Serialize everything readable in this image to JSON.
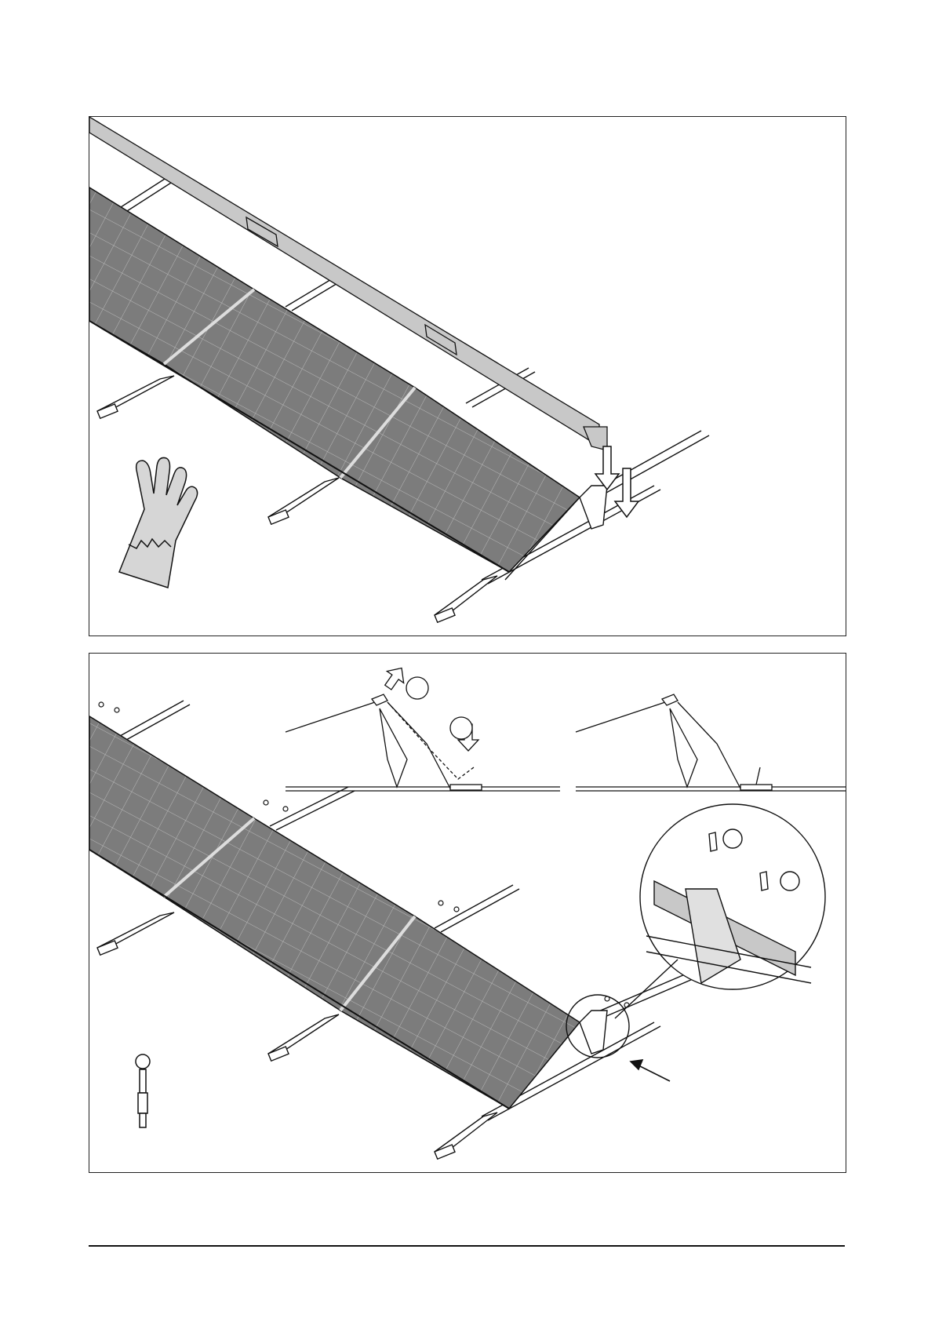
{
  "page": {
    "panels": [
      {
        "id": "top",
        "content": "solar-row-with-rear-wind-deflector-being-lowered"
      },
      {
        "id": "bottom",
        "content": "solar-row-with-deflector-screwed-and-detail-views"
      }
    ]
  },
  "colors": {
    "panel_fill": "#7c7c7c",
    "panel_grid": "#bdbdbd",
    "deflector_fill": "#c8c8c8",
    "line": "#111111",
    "background": "#ffffff"
  },
  "icons": {
    "top_panel": [
      "work-glove-icon",
      "down-arrow-icon"
    ],
    "bottom_panel": [
      "hex-screwdriver-bit-icon",
      "pointer-arrow-icon",
      "step-circle-icon"
    ]
  },
  "markers": {
    "step_circles_count": 4
  }
}
